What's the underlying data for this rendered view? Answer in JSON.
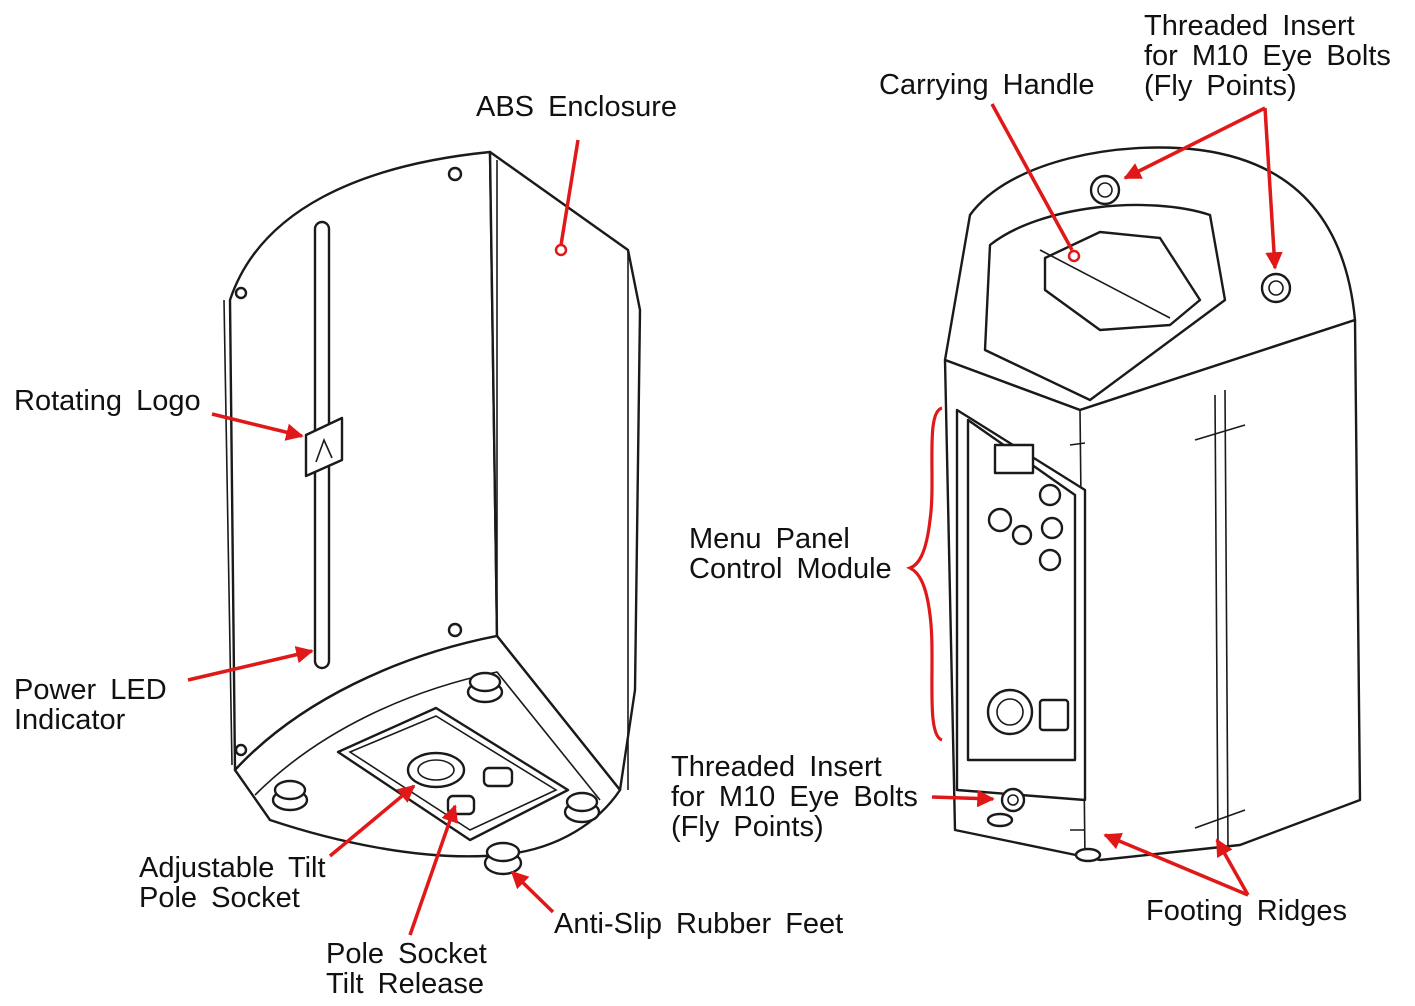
{
  "accent_color": "#e01818",
  "callouts": {
    "abs_enclosure": "ABS Enclosure",
    "rotating_logo": "Rotating Logo",
    "power_led": [
      "Power LED",
      "Indicator"
    ],
    "adjustable_tilt": [
      "Adjustable Tilt",
      "Pole Socket"
    ],
    "pole_socket_tilt": [
      "Pole Socket",
      "Tilt Release"
    ],
    "anti_slip_feet": "Anti-Slip Rubber Feet",
    "carrying_handle": "Carrying Handle",
    "threaded_insert_top": [
      "Threaded Insert",
      "for M10 Eye Bolts",
      "(Fly Points)"
    ],
    "menu_panel": [
      "Menu Panel",
      "Control Module"
    ],
    "threaded_insert_bottom": [
      "Threaded Insert",
      "for M10 Eye Bolts",
      "(Fly Points)"
    ],
    "footing_ridges": "Footing Ridges"
  }
}
